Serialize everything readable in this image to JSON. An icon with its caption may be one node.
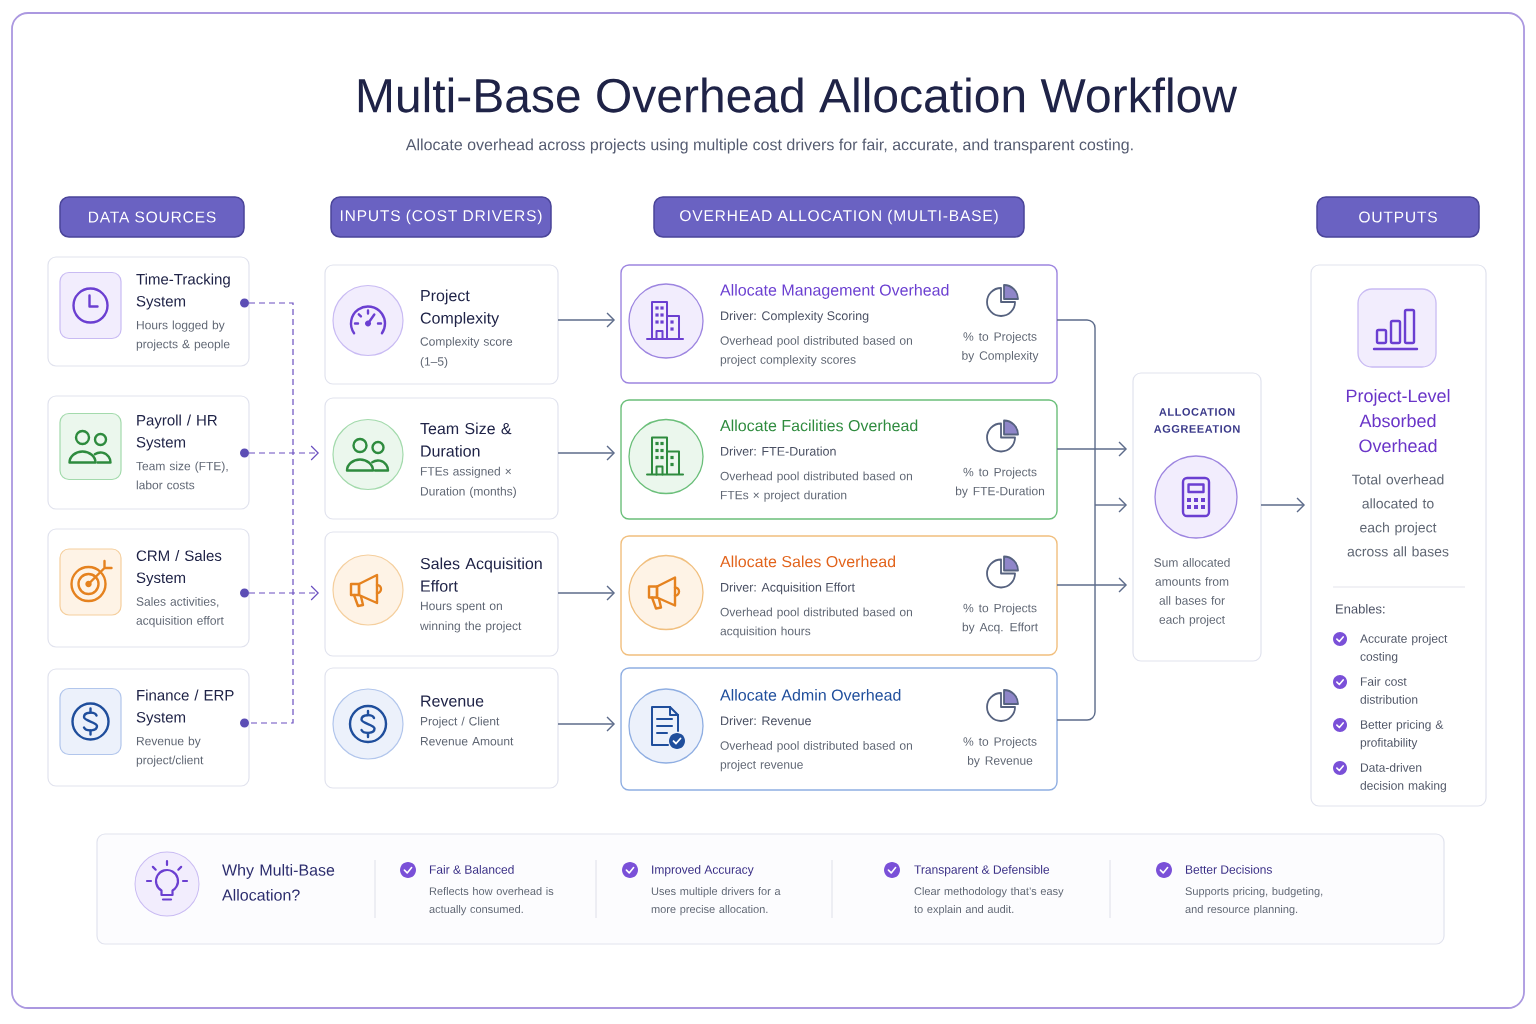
{
  "diagram": {
    "title": "Multi-Base Overhead Allocation Workflow",
    "nodes": [
      {
        "text": [
          "DATA SOURCES"
        ]
      },
      {
        "text": [
          "INPUTS (COST DRIVERS)"
        ]
      },
      {
        "text": [
          "OVERHEAD ALLOCATION (MULTI-BASE)"
        ]
      },
      {
        "text": [
          "OUTPUTS"
        ]
      },
      {
        "text": [
          "Time-Tracking System",
          "Hours logged by projects & people"
        ]
      },
      {
        "text": [],
        "shape": "circle",
        "in": 4
      },
      {
        "text": [
          "Payroll / HR System",
          "Team size (FTE), labor costs"
        ]
      },
      {
        "text": [],
        "shape": "circle",
        "in": 6
      },
      {
        "text": [
          "CRM / Sales System",
          "Sales activities, acquisition effort"
        ]
      },
      {
        "text": [],
        "shape": "circle",
        "in": 8
      },
      {
        "text": [
          "Finance / ERP System",
          "Revenue by project/client"
        ]
      },
      {
        "text": [],
        "shape": "circle",
        "in": 10
      },
      {
        "text": [
          "Project Complexity",
          "Complexity score (1–5)"
        ]
      },
      {
        "text": [
          "Team Size & Duration",
          "FTEs assigned × Duration (months)"
        ]
      },
      {
        "text": [
          "Sales Acquisition Effort",
          "Hours spent on winning the project"
        ]
      },
      {
        "text": [
          "Revenue",
          "Project / Client Revenue Amount"
        ]
      },
      {
        "text": [
          "Allocate Management Overhead",
          "Driver: Complexity Scoring",
          "Overhead pool distributed based on project complexity scores",
          "% to Projects by Complexity"
        ]
      },
      {
        "text": [
          "Allocate Facilities Overhead",
          "Driver: FTE-Duration",
          "Overhead pool distributed based on FTEs × project duration",
          "% to Projects by FTE-Duration"
        ]
      },
      {
        "text": [
          "Allocate Sales Overhead",
          "Driver: Acquisition Effort",
          "Overhead pool distributed based on acquisition hours",
          "% to Projects by Acq. Effort"
        ]
      },
      {
        "text": [
          "Allocate Admin Overhead",
          "Driver: Revenue",
          "Overhead pool distributed based on project revenue",
          "% to Projects by Revenue"
        ]
      },
      {
        "text": [
          "ALLOCATION AGGREEATION",
          "Sum allocated amounts from all bases for each project"
        ]
      },
      {
        "text": [
          "Project-Level Absorbed Overhead",
          "Total overhead allocated to each project across all bases",
          "Enables:",
          "Accurate project costing",
          "Fair cost distribution",
          "Better pricing & profitability",
          "Data-driven decision making"
        ]
      },
      {
        "text": [
          "Why Multi-Base Allocation?",
          "Fair & Balanced",
          "Reflects how overhead is actually consumed.",
          "Improved Accuracy",
          "Uses multiple drivers for a more precise allocation.",
          "Transparent & Defensible",
          "Clear methodology that’s easy to explain and audit.",
          "Better Decisions",
          "Supports pricing, budgeting, and resource planning."
        ]
      }
    ],
    "edges": [
      {
        "from": 5,
        "to": 13,
        "arrow": "to",
        "style": "dashed",
        "color": "#6a4fc0"
      },
      {
        "from": 5,
        "to": 14,
        "arrow": "to",
        "style": "dashed",
        "color": "#6a4fc0"
      },
      {
        "from": 7,
        "to": 13,
        "arrow": "to",
        "style": "dashed",
        "color": "#6a4fc0"
      },
      {
        "from": 7,
        "to": 14,
        "arrow": "to",
        "style": "dashed",
        "color": "#6a4fc0"
      },
      {
        "from": 9,
        "to": 13,
        "arrow": "to",
        "style": "dashed",
        "color": "#6a4fc0"
      },
      {
        "from": 9,
        "to": 14,
        "arrow": "to",
        "style": "dashed",
        "color": "#6a4fc0"
      },
      {
        "from": 11,
        "to": 13,
        "arrow": "to",
        "style": "dashed",
        "color": "#6a4fc0"
      },
      {
        "from": 11,
        "to": 14,
        "arrow": "to",
        "style": "dashed",
        "color": "#6a4fc0"
      },
      {
        "from": 12,
        "to": 16,
        "arrow": "to"
      },
      {
        "from": 13,
        "to": 17,
        "arrow": "to"
      },
      {
        "from": 14,
        "to": 18,
        "arrow": "to"
      },
      {
        "from": 15,
        "to": 19,
        "arrow": "to"
      },
      {
        "from": 16,
        "to": 20,
        "arrow": "to"
      },
      {
        "from": 17,
        "to": 20,
        "arrow": "to"
      },
      {
        "from": 18,
        "to": 20,
        "arrow": "to"
      },
      {
        "from": 19,
        "to": 20,
        "arrow": "to"
      },
      {
        "from": 20,
        "to": 21,
        "arrow": "to"
      }
    ],
    "labels": [
      "Allocate overhead across projects using multiple cost drivers for fair, accurate, and transparent costing."
    ]
  }
}
